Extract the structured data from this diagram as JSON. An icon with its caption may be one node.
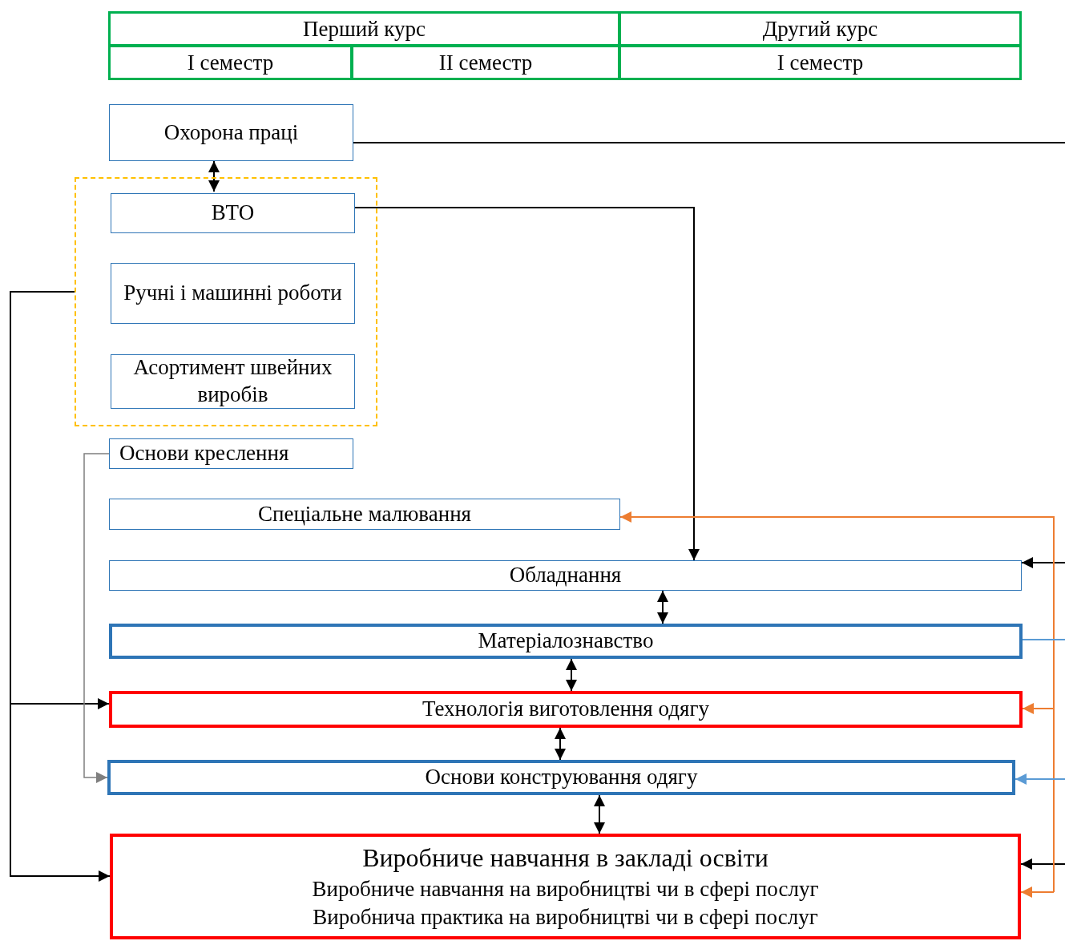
{
  "diagram": {
    "nodes": [
      {
        "text": [
          "Охорона праці"
        ]
      },
      {
        "text": [],
        "shape": "box"
      },
      {
        "text": [
          "ВТО"
        ],
        "in": 1
      },
      {
        "text": [
          "Ручні і машинні роботи"
        ],
        "in": 1
      },
      {
        "text": [
          "Асортимент швейних виробів"
        ],
        "in": 1
      },
      {
        "text": [
          "Основи креслення"
        ]
      },
      {
        "text": [
          "Спеціальне малювання"
        ]
      },
      {
        "text": [
          "Обладнання"
        ]
      },
      {
        "text": [
          "Матеріалознавство"
        ]
      },
      {
        "text": [
          "Технологія виготовлення одягу"
        ]
      },
      {
        "text": [
          "Основи конструювання одягу"
        ]
      },
      {
        "text": [
          "Виробниче навчання в закладі освіти",
          "Виробниче навчання на виробництві чи в сфері послуг",
          "Виробнича практика на виробництві чи в сфері послуг"
        ]
      }
    ],
    "edges": [
      {
        "from": 0,
        "to": 2,
        "arrow": "both"
      },
      {
        "from": 2,
        "to": 7,
        "arrow": "to"
      },
      {
        "from": 7,
        "to": 8,
        "arrow": "both"
      },
      {
        "from": 8,
        "to": 9,
        "arrow": "both"
      },
      {
        "from": 9,
        "to": 10,
        "arrow": "both"
      },
      {
        "from": 10,
        "to": 11,
        "arrow": "both"
      },
      {
        "from": 1,
        "to": 9,
        "arrow": "to"
      },
      {
        "from": 1,
        "to": 11,
        "arrow": "to"
      },
      {
        "from": 5,
        "to": 10,
        "arrow": "to",
        "color": "#7f7f7f"
      },
      {
        "from": 0,
        "to": null,
        "arrow": "none"
      },
      {
        "from": null,
        "to": 7,
        "arrow": "to"
      },
      {
        "from": null,
        "to": 11,
        "arrow": "to"
      },
      {
        "from": null,
        "to": 6,
        "arrow": "to",
        "color": "#ed7d31"
      },
      {
        "from": null,
        "to": 9,
        "arrow": "to",
        "color": "#ed7d31"
      },
      {
        "from": null,
        "to": 11,
        "arrow": "to",
        "color": "#ed7d31"
      },
      {
        "from": 8,
        "to": null,
        "arrow": "none",
        "color": "#5b9bd5"
      },
      {
        "from": null,
        "to": 10,
        "arrow": "to",
        "color": "#5b9bd5"
      }
    ],
    "labels": [
      "Перший курс",
      "Другий курс",
      "І семестр",
      "ІІ семестр",
      "І семестр"
    ]
  }
}
